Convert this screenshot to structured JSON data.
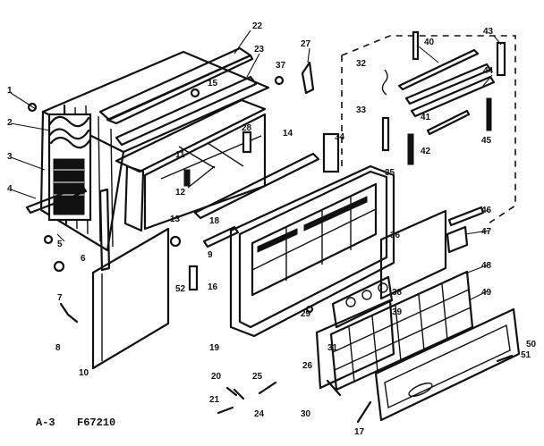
{
  "diagram": {
    "page_code": "A-3",
    "figure_number": "F67210",
    "part_labels": [
      "1",
      "2",
      "3",
      "4",
      "5",
      "6",
      "7",
      "8",
      "9",
      "10",
      "11",
      "12",
      "13",
      "14",
      "15",
      "16",
      "17",
      "18",
      "19",
      "20",
      "21",
      "22",
      "23",
      "24",
      "25",
      "26",
      "27",
      "28",
      "29",
      "30",
      "31",
      "32",
      "33",
      "34",
      "35",
      "36",
      "37",
      "38",
      "39",
      "40",
      "41",
      "42",
      "43",
      "44",
      "45",
      "46",
      "47",
      "48",
      "49",
      "50",
      "51",
      "52"
    ]
  }
}
